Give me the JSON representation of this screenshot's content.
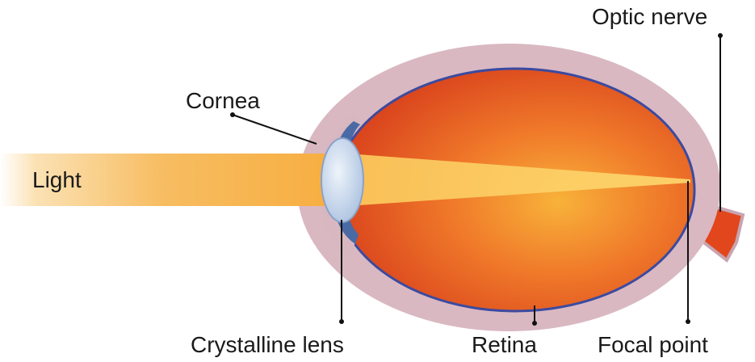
{
  "labels": {
    "optic_nerve": "Optic nerve",
    "cornea": "Cornea",
    "light": "Light",
    "crystalline_lens": "Crystalline lens",
    "retina": "Retina",
    "focal_point": "Focal point"
  },
  "colors": {
    "eye_interior": "#e8501e",
    "eye_interior_light": "#f59a2e",
    "sclera": "#d8b7c0",
    "retina_line": "#3b4aa0",
    "light_beam": "#f7b54a",
    "lens": "#c9d9ee",
    "optic_nerve": "#e2461c"
  }
}
